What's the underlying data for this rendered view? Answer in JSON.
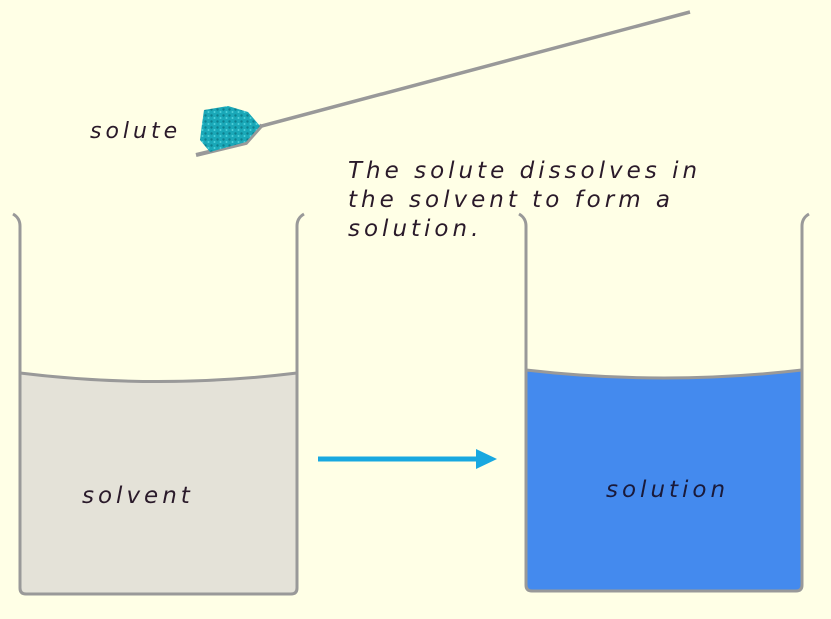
{
  "labels": {
    "solute": "solute",
    "solvent": "solvent",
    "solution": "solution"
  },
  "description_text": [
    "The solute dissolves in",
    "the solvent to form a",
    "solution."
  ],
  "colors": {
    "background": "#ffffe6",
    "solvent_liquid": "#e4e2d8",
    "solution_liquid": "#448aee",
    "beaker_outline": "#999999",
    "arrow": "#18a8e0",
    "solute_crystal": "#1aa8b8"
  }
}
